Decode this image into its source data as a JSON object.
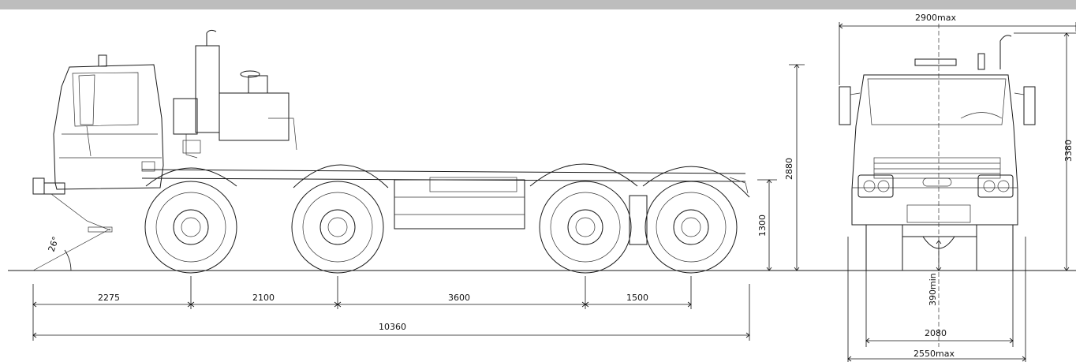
{
  "colors": {
    "line": "#1a1a1a",
    "topbar": "#bdbdbd",
    "background": "#ffffff"
  },
  "side_view": {
    "dims": {
      "front_overhang": "2275",
      "wheelbase_1_2": "2100",
      "wheelbase_2_3": "3600",
      "wheelbase_3_4": "1500",
      "overall_length": "10360",
      "frame_height": "1300",
      "cab_height": "2880",
      "approach_angle": "26°"
    }
  },
  "front_view": {
    "dims": {
      "mirror_width": "2900max",
      "overall_height": "3380",
      "ground_clearance": "390min",
      "track_width": "2080",
      "body_width": "2550max"
    }
  }
}
